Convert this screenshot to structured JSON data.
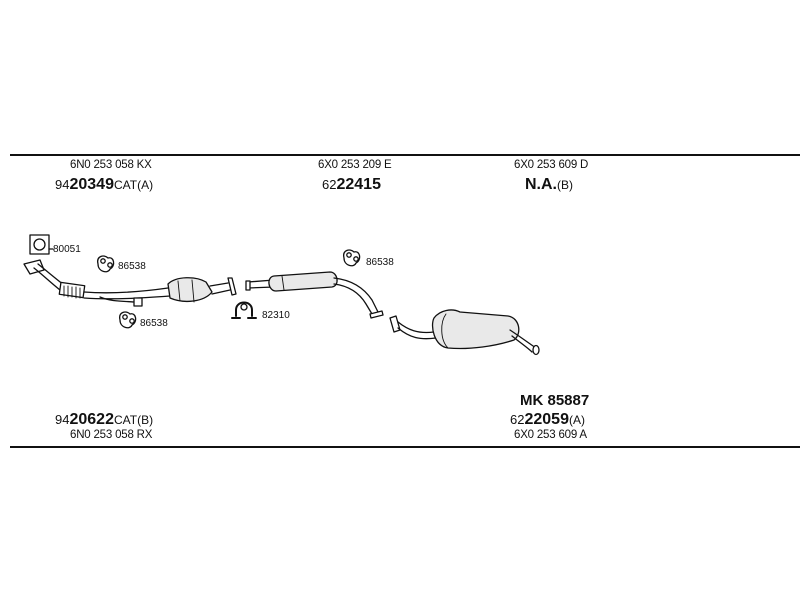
{
  "header_parts": [
    {
      "oem": "6N0 253 058 KX",
      "prefix": "94",
      "number": "20349",
      "suffix": "CAT(A)"
    },
    {
      "oem": "6X0 253 209 E",
      "prefix": "62",
      "number": "22415",
      "suffix": ""
    },
    {
      "oem": "6X0 253 609 D",
      "prefix": "",
      "number": "N.A.",
      "suffix": "(B)"
    }
  ],
  "footer_parts": [
    {
      "oem": "6N0 253 058 RX",
      "prefix": "94",
      "number": "20622",
      "suffix": "CAT(B)"
    },
    {
      "kit": "MK 85887",
      "oem": "6X0 253 609 A",
      "prefix": "62",
      "number": "22059",
      "suffix": "(A)"
    }
  ],
  "callouts": [
    "80051",
    "86538",
    "86538",
    "86538",
    "82310"
  ]
}
